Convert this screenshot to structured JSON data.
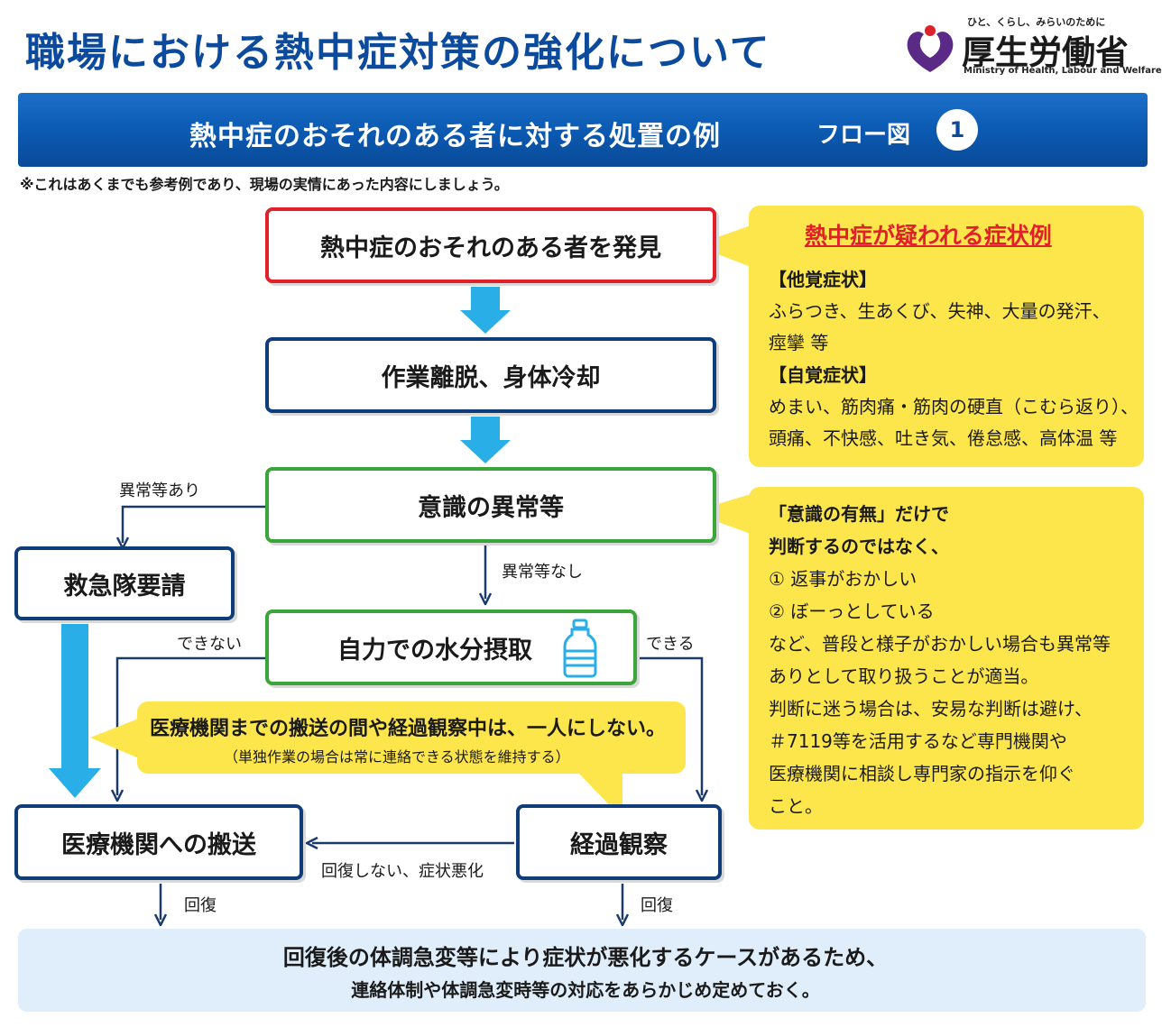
{
  "header": {
    "title": "職場における熱中症対策の強化について",
    "logo_tagline": "ひと、くらし、みらいのために",
    "logo_name": "厚生労働省",
    "logo_english": "Ministry of Health, Labour and Welfare"
  },
  "banner": {
    "title": "熱中症のおそれのある者に対する処置の例",
    "subtitle": "フロー図",
    "number": "1"
  },
  "note": "※これはあくまでも参考例であり、現場の実情にあった内容にしましょう。",
  "flow": {
    "discover": "熱中症のおそれのある者を発見",
    "cool": "作業離脱、身体冷却",
    "consciousness": "意識の異常等",
    "ambulance": "救急隊要請",
    "hydration": "自力での水分摂取",
    "transport": "医療機関への搬送",
    "observe": "経過観察"
  },
  "edge_labels": {
    "abnormal_yes": "異常等あり",
    "abnormal_no": "異常等なし",
    "cannot": "できない",
    "can": "できる",
    "not_recovered": "回復しない、症状悪化",
    "recovered_left": "回復",
    "recovered_right": "回復"
  },
  "symptoms_box": {
    "title": "熱中症が疑われる症状例",
    "objective_heading": "【他覚症状】",
    "objective_line1": "ふらつき、生あくび、失神、大量の発汗、",
    "objective_line2": "痙攣 等",
    "subjective_heading": "【自覚症状】",
    "subjective_line1": "めまい、筋肉痛・筋肉の硬直（こむら返り）、",
    "subjective_line2": "頭痛、不快感、吐き気、倦怠感、高体温 等"
  },
  "consciousness_box": {
    "line1": "「意識の有無」だけで",
    "line2": "判断するのではなく、",
    "line3": "① 返事がおかしい",
    "line4": "② ぼーっとしている",
    "line5": "など、普段と様子がおかしい場合も異常等",
    "line6": "ありとして取り扱うことが適当。",
    "line7": "判断に迷う場合は、安易な判断は避け、",
    "line8": "＃7119等を活用するなど専門機関や",
    "line9": "医療機関に相談し専門家の指示を仰ぐ",
    "line10": "こと。"
  },
  "callout": {
    "main": "医療機関までの搬送の間や経過観察中は、一人にしない。",
    "sub": "（単独作業の場合は常に連絡できる状態を維持する）"
  },
  "footer": {
    "line1": "回復後の体調急変等により症状が悪化するケースがあるため、",
    "line2": "連絡体制や体調急変時等の対応をあらかじめ定めておく。"
  },
  "colors": {
    "title_blue": "#0b4a9c",
    "banner_blue": "#0b5ab3",
    "red_border": "#e0202a",
    "navy_border": "#0f3d7a",
    "green_border": "#3aa63a",
    "yellow_box": "#fde64b",
    "arrow_cyan": "#29aee8",
    "footer_bg": "#dfeefa",
    "logo_purple": "#5b2a86"
  }
}
